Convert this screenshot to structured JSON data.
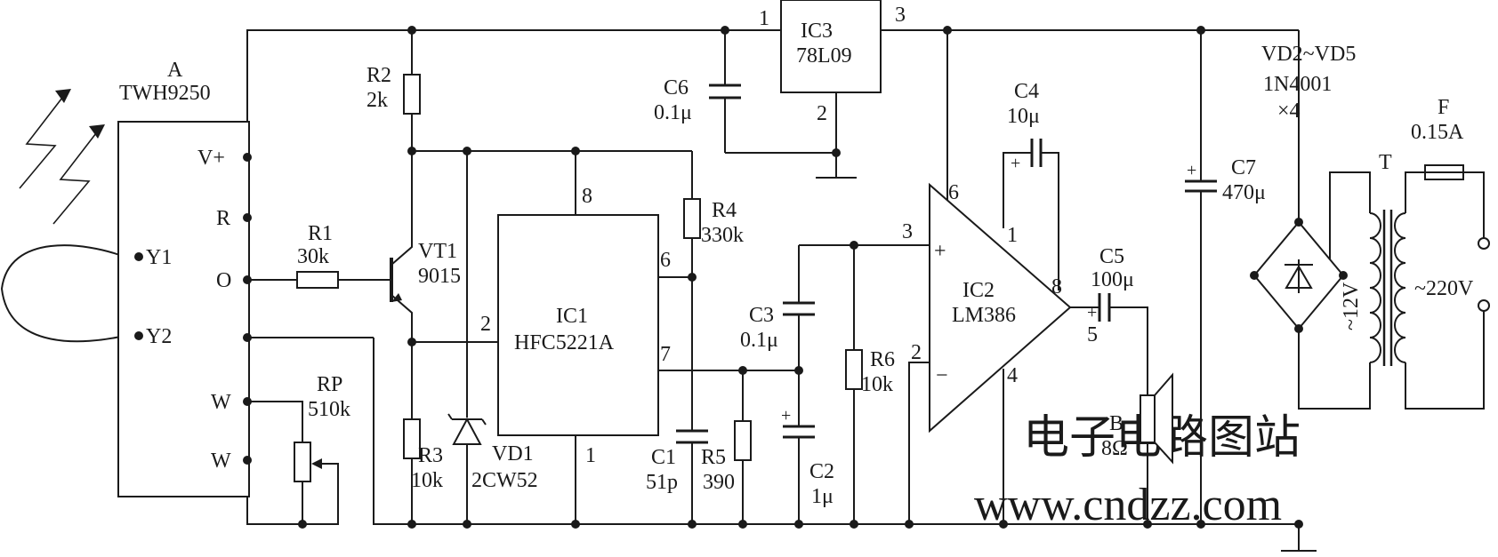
{
  "module": {
    "ref": "A",
    "part": "TWH9250",
    "pins": [
      "V+",
      "R",
      "O",
      "⊥",
      "W",
      "W"
    ]
  },
  "antenna": {
    "pins": [
      "Y1",
      "Y2"
    ]
  },
  "components": {
    "r1": {
      "ref": "R1",
      "value": "30k"
    },
    "r2": {
      "ref": "R2",
      "value": "2k"
    },
    "r3": {
      "ref": "R3",
      "value": "10k"
    },
    "r4": {
      "ref": "R4",
      "value": "330k"
    },
    "r5": {
      "ref": "R5",
      "value": "390"
    },
    "r6": {
      "ref": "R6",
      "value": "10k"
    },
    "rp": {
      "ref": "RP",
      "value": "510k"
    },
    "vt1": {
      "ref": "VT1",
      "value": "9015"
    },
    "vd1": {
      "ref": "VD1",
      "value": "2CW52"
    },
    "ic1": {
      "ref": "IC1",
      "value": "HFC5221A",
      "pins": [
        "8",
        "6",
        "2",
        "7",
        "1"
      ]
    },
    "ic2": {
      "ref": "IC2",
      "value": "LM386",
      "pins": [
        "6",
        "3",
        "1",
        "8",
        "2",
        "4",
        "5"
      ]
    },
    "ic3": {
      "ref": "IC3",
      "value": "78L09",
      "pins": [
        "1",
        "3",
        "2"
      ]
    },
    "c1": {
      "ref": "C1",
      "value": "51p"
    },
    "c2": {
      "ref": "C2",
      "value": "1μ"
    },
    "c3": {
      "ref": "C3",
      "value": "0.1μ"
    },
    "c4": {
      "ref": "C4",
      "value": "10μ"
    },
    "c5": {
      "ref": "C5",
      "value": "100μ"
    },
    "c6": {
      "ref": "C6",
      "value": "0.1μ"
    },
    "c7": {
      "ref": "C7",
      "value": "470μ"
    },
    "speaker": {
      "ref": "B",
      "value": "8Ω"
    },
    "bridge": {
      "ref": "VD2~VD5",
      "part": "1N4001",
      "qty": "×4"
    },
    "fuse": {
      "ref": "F",
      "value": "0.15A"
    },
    "transformer": {
      "ref": "T",
      "secondary": "~12V",
      "primary": "~220V"
    }
  },
  "symbols": {
    "plus": "+",
    "minus": "−"
  },
  "watermark": {
    "line1": "电子电路图站",
    "line2": "www.cndzz.com"
  }
}
